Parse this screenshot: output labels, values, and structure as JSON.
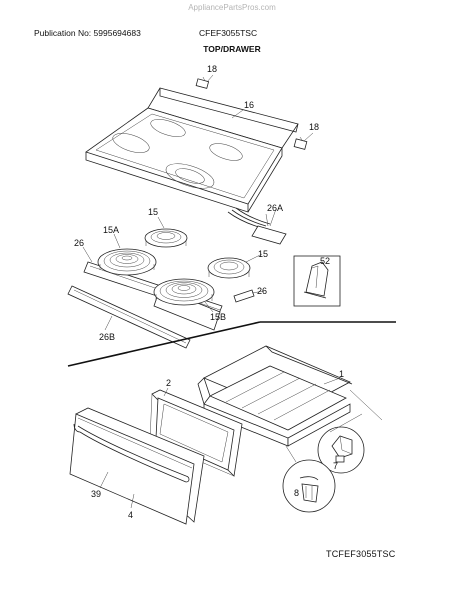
{
  "header": {
    "watermark": "AppliancePartsPros.com",
    "publication": "Publication No: 5995694683",
    "model": "CFEF3055TSC",
    "section_title": "TOP/DRAWER"
  },
  "footer": {
    "figure_code": "TCFEF3055TSC"
  },
  "callouts": [
    {
      "id": "c18a",
      "label": "18"
    },
    {
      "id": "c16",
      "label": "16"
    },
    {
      "id": "c18b",
      "label": "18"
    },
    {
      "id": "c15a",
      "label": "15"
    },
    {
      "id": "c26a",
      "label": "26A"
    },
    {
      "id": "c15A",
      "label": "15A"
    },
    {
      "id": "c26",
      "label": "26"
    },
    {
      "id": "c15b",
      "label": "15"
    },
    {
      "id": "c52",
      "label": "52"
    },
    {
      "id": "c26c",
      "label": "26"
    },
    {
      "id": "c15B",
      "label": "15B"
    },
    {
      "id": "c26B",
      "label": "26B"
    },
    {
      "id": "c1",
      "label": "1"
    },
    {
      "id": "c2",
      "label": "2"
    },
    {
      "id": "c39",
      "label": "39"
    },
    {
      "id": "c4",
      "label": "4"
    },
    {
      "id": "c7",
      "label": "7"
    },
    {
      "id": "c8",
      "label": "8"
    }
  ]
}
